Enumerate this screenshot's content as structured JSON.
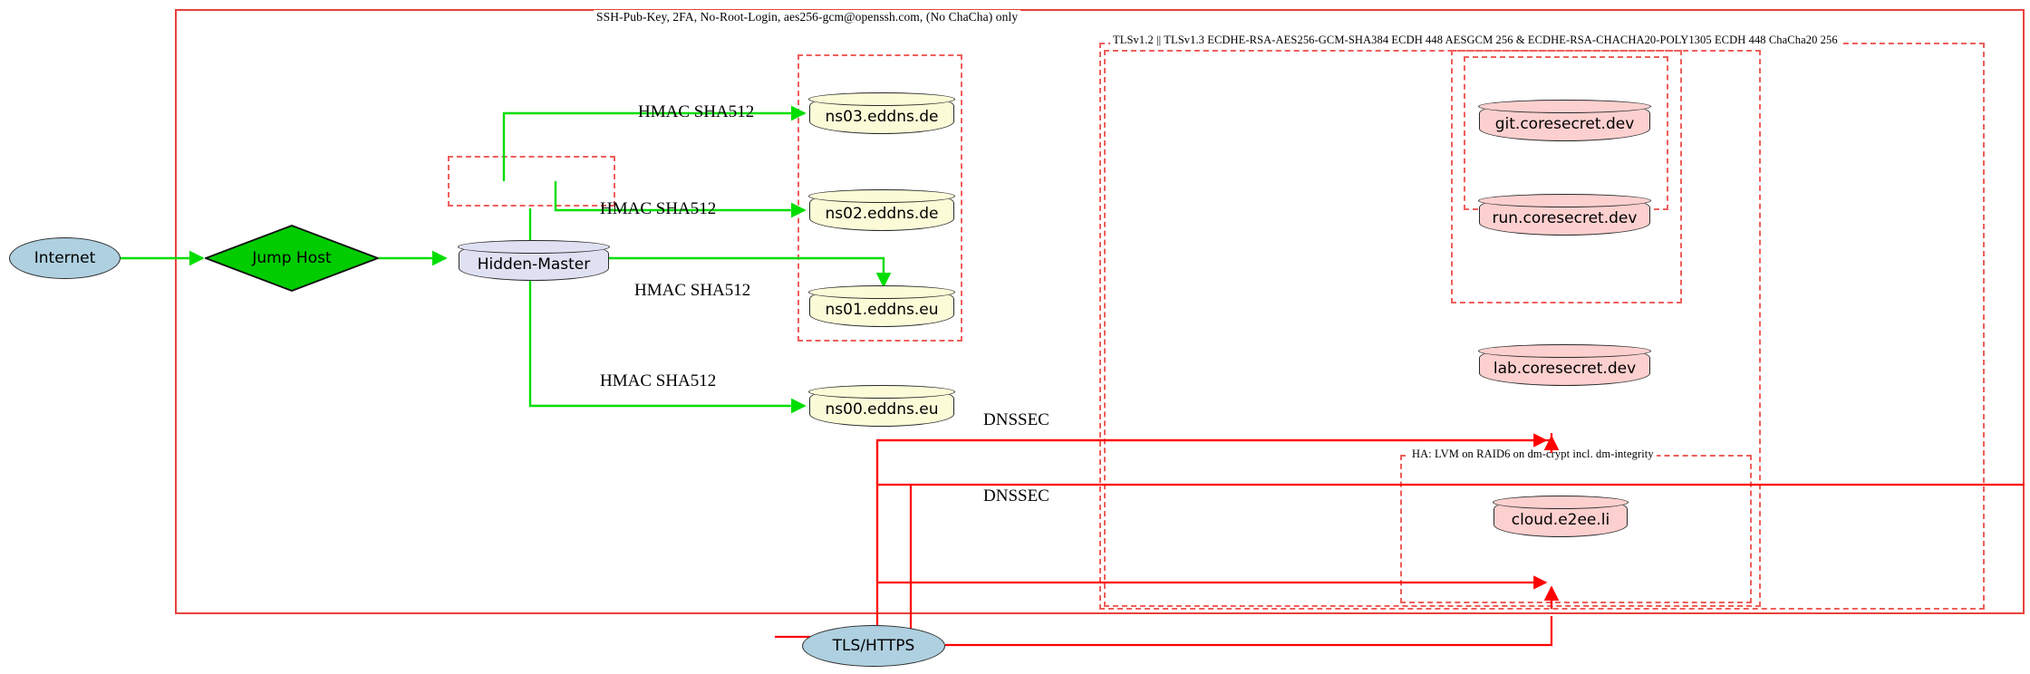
{
  "diagram": {
    "title": "Hidden-Master DNS and TLS service topology",
    "colors": {
      "trust_boundary_solid": "#e8413c",
      "trust_boundary_dashed": "#ee5f5b",
      "ssh_link": "#00dd00",
      "tls_link": "#ff0000",
      "dns_node_fill": "#fbfbd8",
      "service_node_fill": "#fcd0cf",
      "master_node_fill": "#e0e0f3",
      "internet_node_fill": "#aed0e0",
      "jump_host_fill": "#00cc00"
    }
  },
  "clusters": [
    {
      "id": "ssh-boundary",
      "label": "SSH-Pub-Key, 2FA, No-Root-Login, aes256-gcm@openssh.com, (No ChaCha) only",
      "style": "solid"
    },
    {
      "id": "tls-boundary",
      "label": "TLSv1.2 || TLSv1.3 ECDHE-RSA-AES256-GCM-SHA384 ECDH 448 AESGCM 256 & ECDHE-RSA-CHACHA20-POLY1305 ECDH 448 ChaCha20 256",
      "style": "dashed"
    },
    {
      "id": "ha-boundary",
      "label": "HA: LVM on RAID6 on dm-crypt incl. dm-integrity",
      "style": "dashed"
    },
    {
      "id": "hidden-master-boundary",
      "label": "",
      "style": "dashed"
    },
    {
      "id": "dns-secondaries-boundary",
      "label": "",
      "style": "dashed"
    },
    {
      "id": "coresecret-outer-boundary",
      "label": "",
      "style": "dashed"
    },
    {
      "id": "coresecret-inner-boundary",
      "label": "",
      "style": "dashed"
    },
    {
      "id": "services-boundary",
      "label": "",
      "style": "dashed"
    }
  ],
  "nodes": {
    "internet": {
      "label": "Internet",
      "shape": "ellipse",
      "fill": "#aed0e0"
    },
    "jump_host": {
      "label": "Jump Host",
      "shape": "diamond",
      "fill": "#00cc00"
    },
    "hidden_master": {
      "label": "Hidden-Master",
      "shape": "cylinder",
      "fill": "#e0e0f3"
    },
    "ns03": {
      "label": "ns03.eddns.de",
      "shape": "cylinder",
      "fill": "#fbfbd8"
    },
    "ns02": {
      "label": "ns02.eddns.de",
      "shape": "cylinder",
      "fill": "#fbfbd8"
    },
    "ns01": {
      "label": "ns01.eddns.eu",
      "shape": "cylinder",
      "fill": "#fbfbd8"
    },
    "ns00": {
      "label": "ns00.eddns.eu",
      "shape": "cylinder",
      "fill": "#fbfbd8"
    },
    "git": {
      "label": "git.coresecret.dev",
      "shape": "cylinder",
      "fill": "#fcd0cf"
    },
    "run": {
      "label": "run.coresecret.dev",
      "shape": "cylinder",
      "fill": "#fcd0cf"
    },
    "lab": {
      "label": "lab.coresecret.dev",
      "shape": "cylinder",
      "fill": "#fcd0cf"
    },
    "cloud": {
      "label": "cloud.e2ee.li",
      "shape": "cylinder",
      "fill": "#fcd0cf"
    },
    "tls_https": {
      "label": "TLS/HTTPS",
      "shape": "ellipse",
      "fill": "#aed0e0"
    }
  },
  "edge_labels": {
    "hmac_ns03": "HMAC SHA512",
    "hmac_ns02": "HMAC SHA512",
    "hmac_ns01": "HMAC SHA512",
    "hmac_ns00": "HMAC SHA512",
    "dnssec_upper": "DNSSEC",
    "dnssec_lower": "DNSSEC"
  }
}
